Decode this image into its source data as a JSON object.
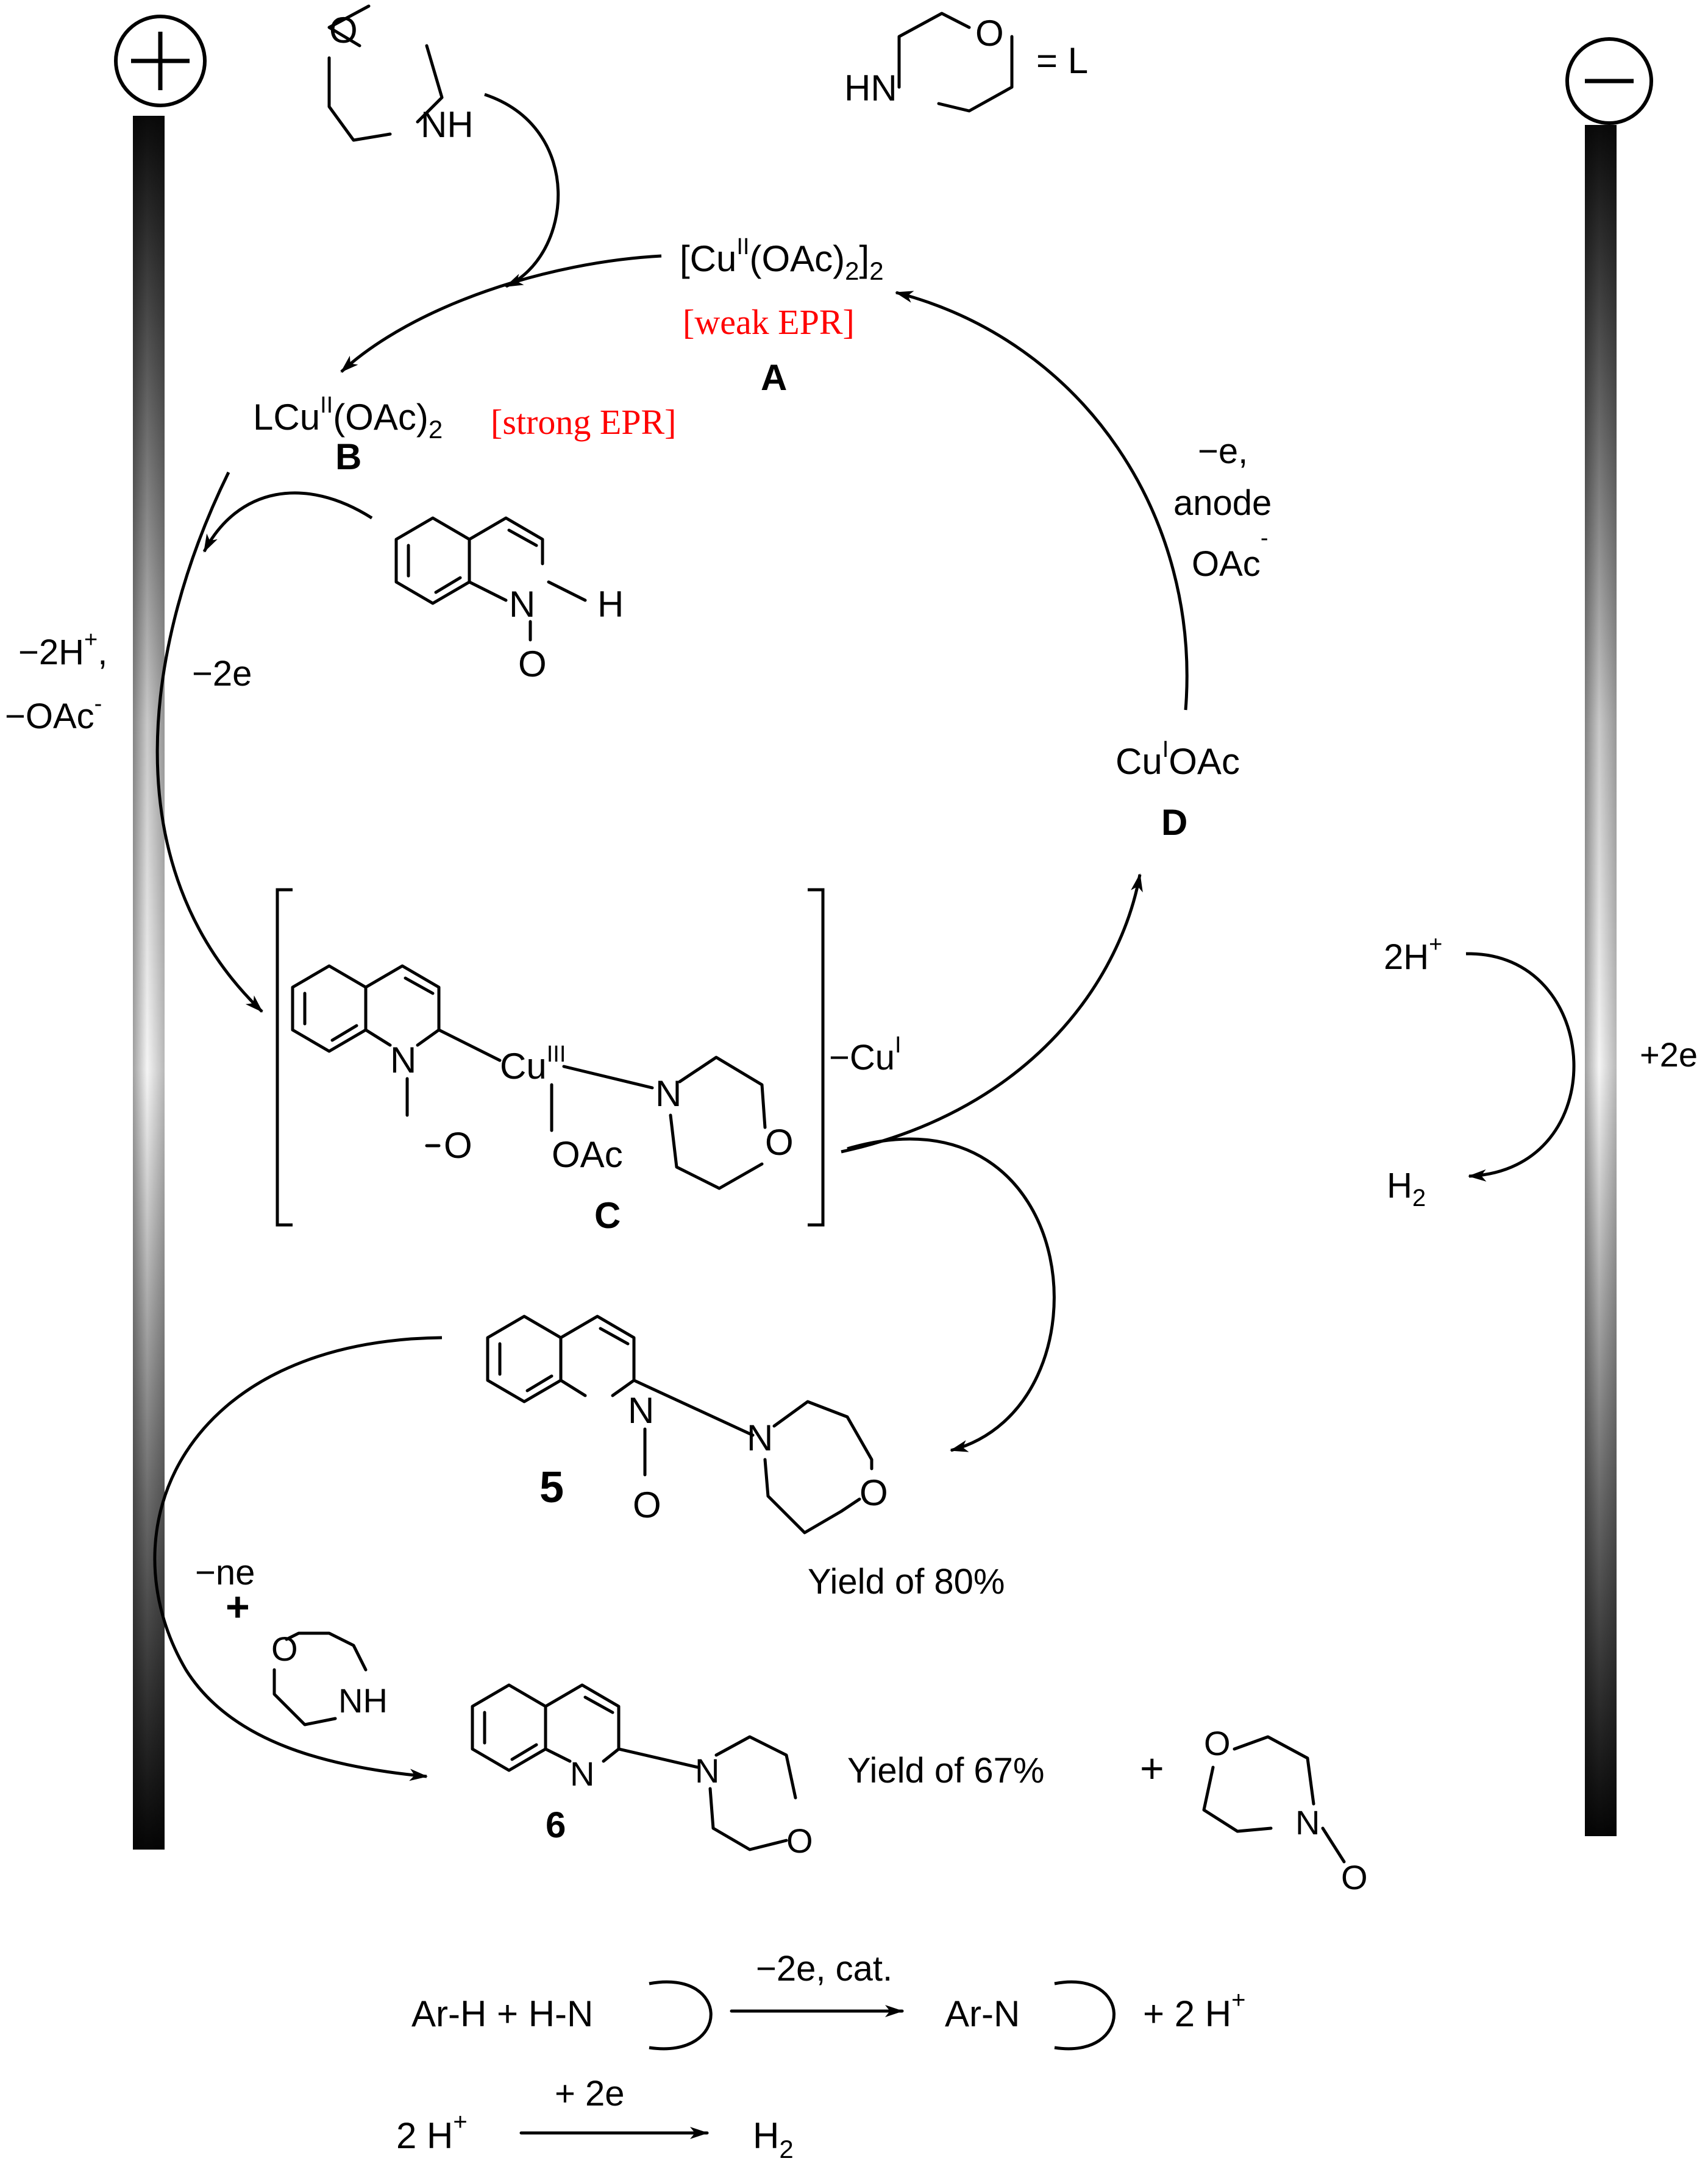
{
  "colors": {
    "epr_note": "#ff0000",
    "ink": "#000000",
    "background": "#ffffff"
  },
  "electrodes": {
    "anode": {
      "sign": "+",
      "icon": "plus-circle-icon"
    },
    "cathode": {
      "sign": "−",
      "icon": "minus-circle-icon",
      "side_label": "+2e"
    }
  },
  "ligand_def": {
    "nh_label": "HN",
    "o_label": "O",
    "eq_label": "= L"
  },
  "morpholine_top": {
    "o_label": "O",
    "nh_label": "NH"
  },
  "species": {
    "A": {
      "text_1": "[Cu",
      "sup": "II",
      "text_2": "(OAc)",
      "sub": "2",
      "text_3": "]",
      "sub2": "2",
      "note": "[weak EPR]",
      "label": "A"
    },
    "B": {
      "text_1": "LCu",
      "sup": "II",
      "text_2": "(OAc)",
      "sub": "2",
      "note": "[strong EPR]",
      "label": "B"
    },
    "C": {
      "cu": "Cu",
      "cu_sup": "III",
      "n_quin": "N",
      "o_quin": "O",
      "oac": "OAc",
      "n_morph": "N",
      "o_morph": "O",
      "label": "C"
    },
    "D": {
      "cu": "Cu",
      "cu_sup": "I",
      "oac": "OAc",
      "label": "D"
    }
  },
  "quinoline_noxide": {
    "n": "N",
    "o": "O",
    "h": "H"
  },
  "product_5": {
    "n_quin": "N",
    "o_quin": "O",
    "n_morph": "N",
    "o_morph": "O",
    "label": "5",
    "yield": "Yield of 80%"
  },
  "product_6": {
    "n_quin": "N",
    "n_morph": "N",
    "o_morph": "O",
    "label": "6",
    "yield": "Yield of 67%"
  },
  "byproduct": {
    "plus": "+",
    "o_label": "O",
    "n_label": "N",
    "o_minus": "O"
  },
  "conditions": {
    "left_h": "−2H",
    "left_h_sup": "+",
    "left_h_comma": ",",
    "left_oac": "−OAc",
    "left_oac_sup": "-",
    "minus_2e": "−2e",
    "d_to_a_1": "−e,",
    "d_to_a_2": "anode",
    "d_to_a_3": "OAc",
    "d_to_a_3_sup": "-",
    "minus_cu": "−Cu",
    "minus_cu_sup": "I",
    "minus_ne": "−ne",
    "plus_sign": "+",
    "morph_add_o": "O",
    "morph_add_nh": "NH",
    "cathode_h": "2H",
    "cathode_h_sup": "+",
    "cathode_h2": "H",
    "cathode_h2_sub": "2"
  },
  "equations": {
    "eq1_left": "Ar-H + H-N",
    "eq1_arrow": "−2e, cat.",
    "eq1_right": "Ar-N",
    "eq1_tail": "+ 2 H",
    "eq1_tail_sup": "+",
    "eq2_left": "2 H",
    "eq2_left_sup": "+",
    "eq2_arrow": "+ 2e",
    "eq2_right": "H",
    "eq2_right_sub": "2"
  }
}
